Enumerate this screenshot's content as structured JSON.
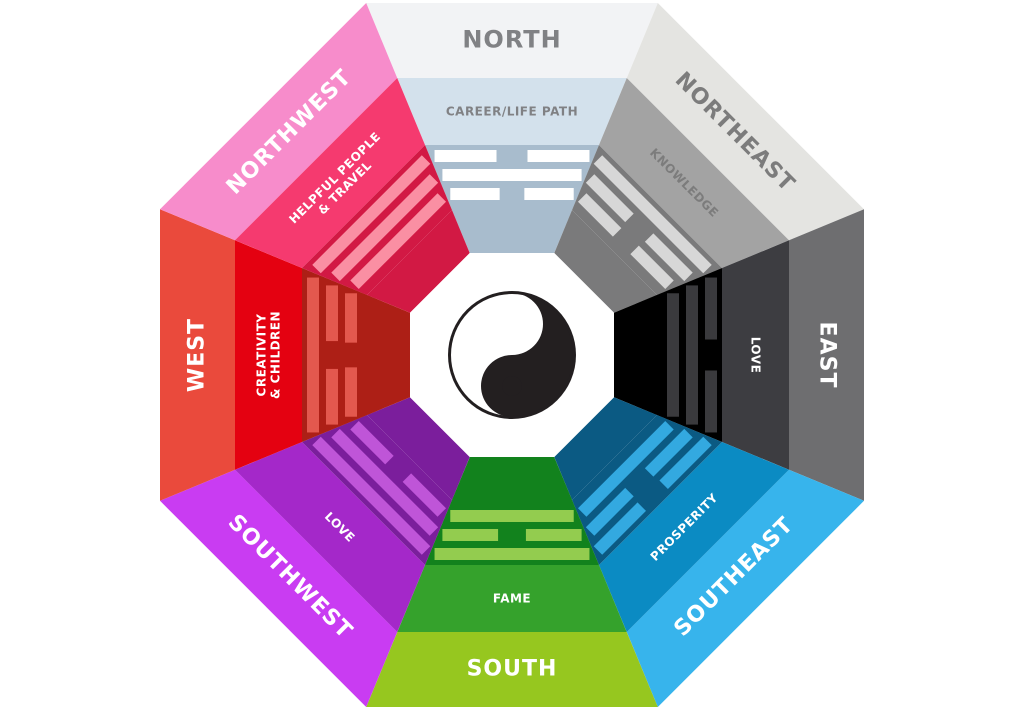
{
  "sectors": [
    {
      "key": "north",
      "direction": "NORTH",
      "aspect": [
        "CAREER/LIFE PATH"
      ],
      "trigram": [
        1,
        0,
        1
      ],
      "colors": {
        "outer": "#f2f3f5",
        "mid": "#d3e1ec",
        "inner": "#a8bccd",
        "line": "#ffffff",
        "dirText": "#808184",
        "aspText": "#808184"
      }
    },
    {
      "key": "northeast",
      "direction": "NORTHEAST",
      "aspect": [
        "KNOWLEDGE"
      ],
      "trigram": [
        1,
        1,
        0
      ],
      "colors": {
        "outer": "#e4e4e1",
        "mid": "#a3a3a3",
        "inner": "#7a7a7b",
        "line": "#d7d7d7",
        "dirText": "#7c7c7c",
        "aspText": "#7c7c7c"
      }
    },
    {
      "key": "east",
      "direction": "EAST",
      "aspect": [
        "LOVE"
      ],
      "trigram": [
        0,
        0,
        1
      ],
      "colors": {
        "outer": "#6e6e70",
        "mid": "#3d3d41",
        "inner": "#000000",
        "line": "#3a3a3d",
        "dirText": "#ffffff",
        "aspText": "#ffffff"
      }
    },
    {
      "key": "southeast",
      "direction": "SOUTHEAST",
      "aspect": [
        "PROSPERITY"
      ],
      "trigram": [
        0,
        1,
        1
      ],
      "colors": {
        "outer": "#37b4ec",
        "mid": "#0b8bc3",
        "inner": "#0b5a83",
        "line": "#33a9e0",
        "dirText": "#ffffff",
        "aspText": "#ffffff"
      }
    },
    {
      "key": "south",
      "direction": "SOUTH",
      "aspect": [
        "FAME"
      ],
      "trigram": [
        0,
        1,
        0
      ],
      "colors": {
        "outer": "#96c71f",
        "mid": "#35a22c",
        "inner": "#12821d",
        "line": "#93cc4f",
        "dirText": "#ffffff",
        "aspText": "#ffffff"
      }
    },
    {
      "key": "southwest",
      "direction": "SOUTHWEST",
      "aspect": [
        "LOVE"
      ],
      "trigram": [
        1,
        0,
        0
      ],
      "colors": {
        "outer": "#c93cf2",
        "mid": "#a428c9",
        "inner": "#7b1e9c",
        "line": "#bf55d8",
        "dirText": "#ffffff",
        "aspText": "#ffffff"
      }
    },
    {
      "key": "west",
      "direction": "WEST",
      "aspect": [
        "CREATIVITY",
        "& CHILDREN"
      ],
      "trigram": [
        1,
        1,
        0
      ],
      "colors": {
        "outer": "#ea4a3c",
        "mid": "#e40111",
        "inner": "#ad1f16",
        "line": "#e3584e",
        "dirText": "#ffffff",
        "aspText": "#ffffff"
      }
    },
    {
      "key": "northwest",
      "direction": "NORTHWEST",
      "aspect": [
        "HELPFUL PEOPLE",
        "& TRAVEL"
      ],
      "trigram": [
        0,
        0,
        0
      ],
      "colors": {
        "outer": "#f78ccb",
        "mid": "#f53a6f",
        "inner": "#d21944",
        "line": "#fa8fa3",
        "dirText": "#ffffff",
        "aspText": "#ffffff"
      }
    }
  ],
  "center": {
    "symbol": "yin-yang-icon",
    "colors": {
      "background": "#ffffff",
      "yin": "#231f20",
      "yang": "#ffffff"
    }
  }
}
